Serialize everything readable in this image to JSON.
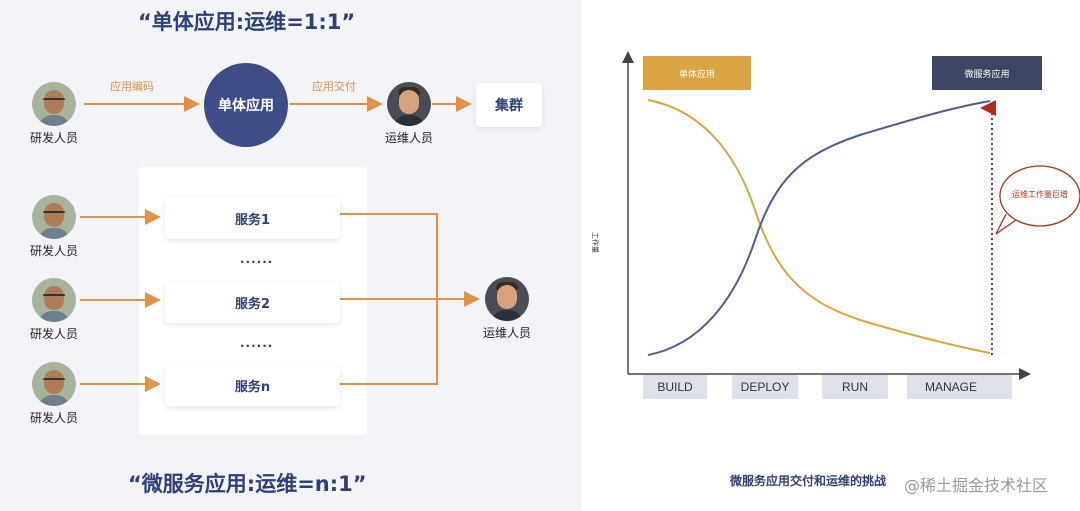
{
  "left": {
    "title_top": "“单体应用:运维=1:1”",
    "title_bottom": "“微服务应用:运维=n:1”",
    "dev_label": "研发人员",
    "ops_label": "运维人员",
    "monolith_label": "单体应用",
    "cluster_label": "集群",
    "edge_code": "应用编码",
    "edge_deliver": "应用交付",
    "services": [
      "服务1",
      "服务2",
      "服务n"
    ],
    "dots": "......"
  },
  "right": {
    "legend_mono": "单体应用",
    "legend_micro": "微服务应用",
    "phases": [
      "BUILD",
      "DEPLOY",
      "RUN",
      "MANAGE"
    ],
    "callout": "运维工作量巨增",
    "y_label": "工作量",
    "caption": "微服务应用交付和运维的挑战",
    "star_icon": "star-icon",
    "colors": {
      "mono": "#d9a441",
      "micro": "#4d5f8c",
      "arrow": "#a5301d",
      "accent": "#e0924a"
    }
  },
  "watermark": "@稀土掘金技术社区"
}
